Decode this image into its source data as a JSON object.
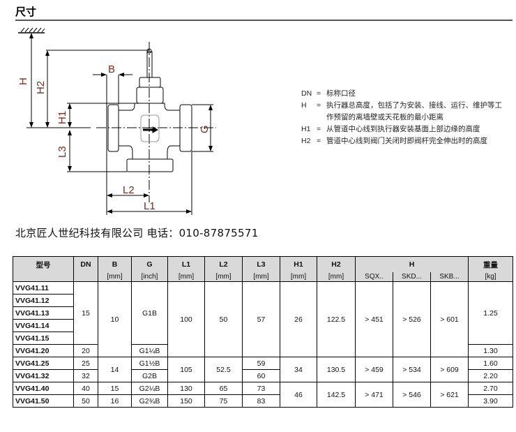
{
  "section_title": "尺寸",
  "drawing": {
    "labels": {
      "H": "H",
      "H2": "H2",
      "H1": "H1",
      "L3": "L3",
      "B": "B",
      "G": "G",
      "L2": "L2",
      "L1": "L1"
    },
    "label_color": "#7a2a1a"
  },
  "legend": [
    {
      "key": "DN",
      "eq": "=",
      "text": "标称口径"
    },
    {
      "key": "H",
      "eq": "=",
      "text": "执行器总高度，包括了为安装、接线、运行、维护等工作预留的离墙壁或天花板的最小距离"
    },
    {
      "key": "H1",
      "eq": "=",
      "text": "从管道中心线到执行器安装基面上部边缘的高度"
    },
    {
      "key": "H2",
      "eq": "=",
      "text": "管道中心线到阀门关闭时即阀杆完全伸出时的高度"
    }
  ],
  "company_line": "北京匠人世纪科技有限公司 电话：010-87875571",
  "table": {
    "headers": [
      "型号",
      "DN",
      "B",
      "G",
      "L1",
      "L2",
      "L3",
      "H1",
      "H2",
      "H",
      "重量"
    ],
    "units": [
      "",
      "",
      "[mm]",
      "[inch]",
      "[mm]",
      "[mm]",
      "[mm]",
      "[mm]",
      "[mm]",
      "SQX..",
      "SKD...",
      "SKB...",
      "[kg]"
    ],
    "models": [
      "VVG41.11",
      "VVG41.12",
      "VVG41.13",
      "VVG41.14",
      "VVG41.15",
      "VVG41.20",
      "VVG41.25",
      "VVG41.32",
      "VVG41.40",
      "VVG41.50"
    ],
    "groupA": {
      "dn": "15",
      "b": "10",
      "g": "G1B",
      "l1": "100",
      "l2": "50",
      "l3": "57",
      "h1": "26",
      "h2": "122.5",
      "sqx": "> 451",
      "skd": "> 526",
      "skb": "> 601",
      "kg": "1.25"
    },
    "row20": {
      "dn": "20",
      "g": "G1¼B",
      "kg": "1.30"
    },
    "groupB": {
      "b": "14",
      "l1": "105",
      "l2": "52.5",
      "h1": "34",
      "h2": "130.5",
      "sqx": "> 459",
      "skd": "> 534",
      "skb": "> 609"
    },
    "row25": {
      "dn": "25",
      "g": "G1½B",
      "l3": "59",
      "kg": "1.60"
    },
    "row32": {
      "dn": "32",
      "g": "G2B",
      "l3": "60",
      "kg": "2.20"
    },
    "groupC": {
      "h1": "46",
      "h2": "142.5",
      "sqx": "> 471",
      "skd": "> 546",
      "skb": "> 621"
    },
    "row40": {
      "dn": "40",
      "b": "15",
      "g": "G2¼B",
      "l1": "130",
      "l2": "65",
      "l3": "73",
      "kg": "2.70"
    },
    "row50": {
      "dn": "50",
      "b": "16",
      "g": "G2¾B",
      "l1": "150",
      "l2": "75",
      "l3": "83",
      "kg": "3.90"
    }
  }
}
